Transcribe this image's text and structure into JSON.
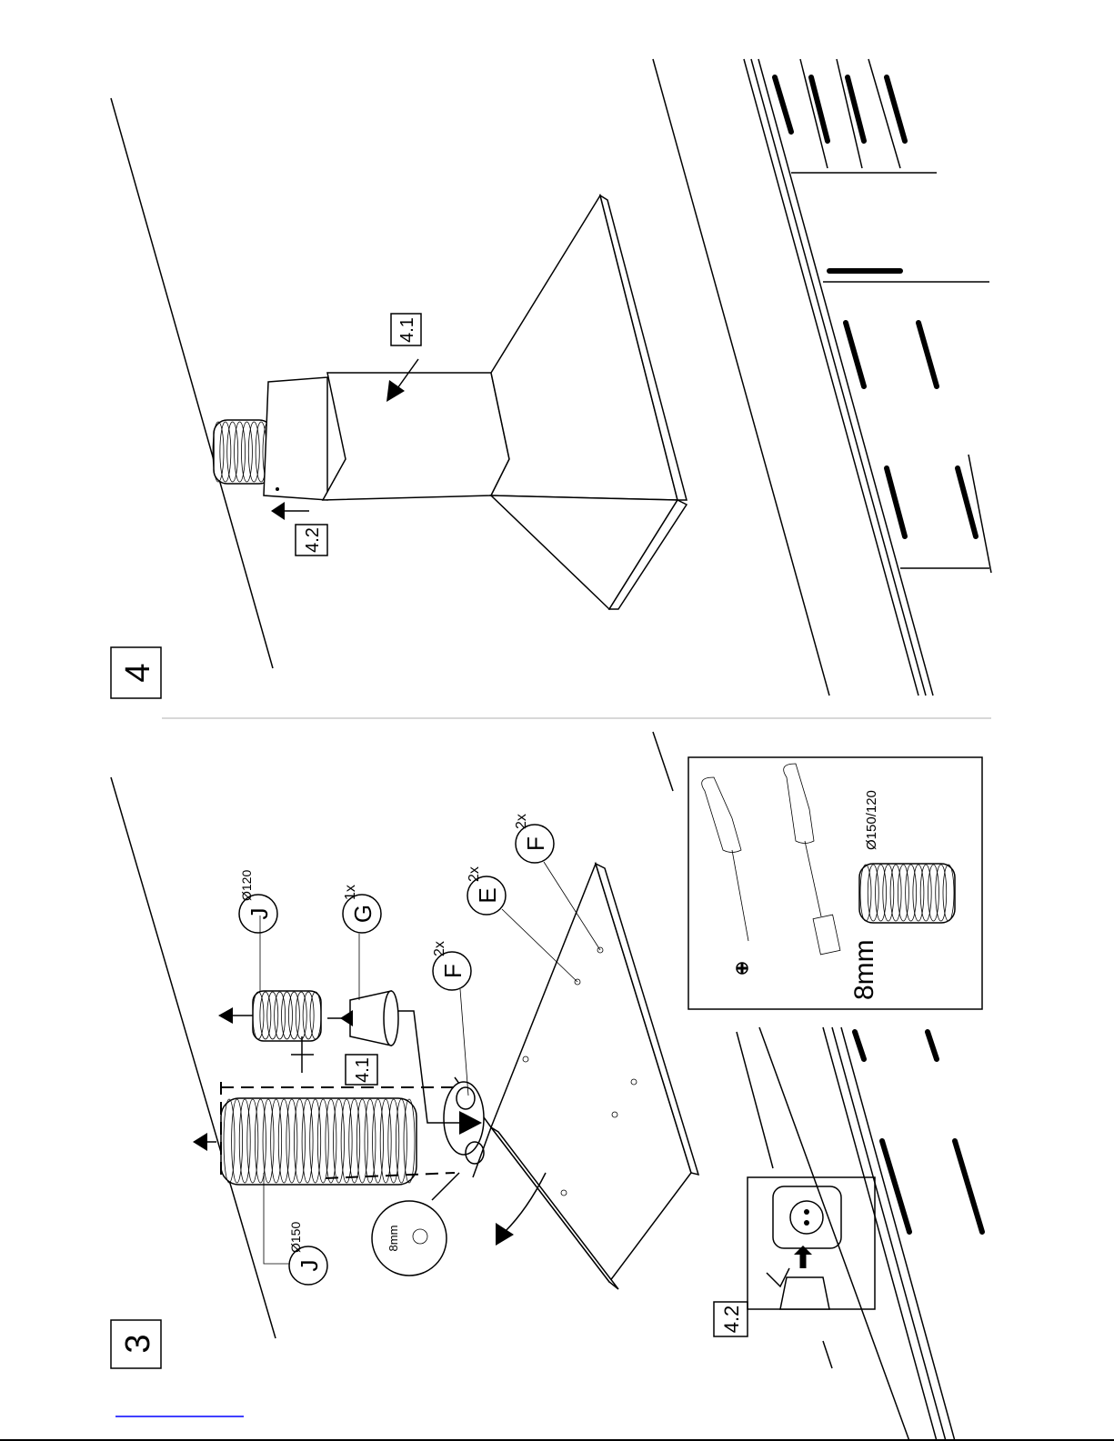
{
  "steps": [
    {
      "number": "3"
    },
    {
      "number": "4"
    }
  ],
  "step3": {
    "labels": {
      "j150_letter": "J",
      "j150_size": "Ø150",
      "j120_letter": "J",
      "j120_size": "Ø120",
      "g_letter": "G",
      "g_qty": "1x",
      "f1_letter": "F",
      "f1_qty": "2x",
      "e_letter": "E",
      "e_qty": "2x",
      "f2_letter": "F",
      "f2_qty": "2x",
      "ref_41": "4.1",
      "detail_wrench": "8mm"
    },
    "plug_ref": "4.2"
  },
  "tools": {
    "socket_size": "8mm",
    "duct_size": "Ø150/120"
  },
  "step4": {
    "ref_41": "4.1",
    "ref_42": "4.2"
  },
  "colors": {
    "line": "#000000",
    "divider": "#cccccc",
    "link": "#0000ff"
  }
}
